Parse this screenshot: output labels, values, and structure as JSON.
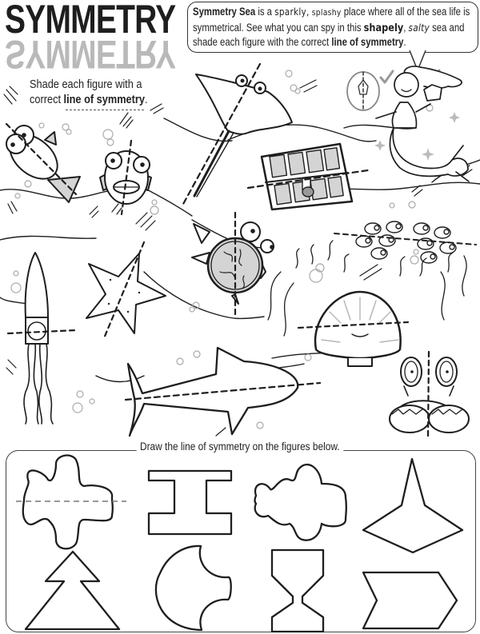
{
  "header": {
    "title": "SYMMETRY",
    "title_mirror": "SYMMETRY"
  },
  "instructions": {
    "line1": "Shade each figure with a",
    "line2_prefix": "correct ",
    "line2_bold": "line of symmetry",
    "line2_suffix": "."
  },
  "speech_bubble": {
    "bold_start": "Symmetry Sea",
    "text1": " is a ",
    "word_sparkly": "sparkly,",
    "word_splashy": "splashy",
    "text2": " place where all of the sea life is symmetrical. See what you can spy in this ",
    "word_shapely": "shapely",
    "text3": ", ",
    "word_salty": "salty",
    "text4": " sea and shade each figure with the correct ",
    "bold_end": "line of symmetry",
    "text5": "."
  },
  "example": {
    "correct_mark": "✓",
    "wrong_mark": "✕"
  },
  "scene_figures": [
    {
      "name": "fish",
      "line": "diagonal"
    },
    {
      "name": "puffer-fish",
      "line": "vertical"
    },
    {
      "name": "stingray",
      "line": "diagonal"
    },
    {
      "name": "treasure-chest",
      "line": "horizontal"
    },
    {
      "name": "mermaid",
      "line": "none"
    },
    {
      "name": "turtle",
      "line": "vertical"
    },
    {
      "name": "school-of-fish",
      "line": "horizontal"
    },
    {
      "name": "squid",
      "line": "horizontal"
    },
    {
      "name": "starfish",
      "line": "diagonal"
    },
    {
      "name": "scallop-shell",
      "line": "horizontal"
    },
    {
      "name": "shark",
      "line": "horizontal"
    },
    {
      "name": "crab",
      "line": "vertical"
    }
  ],
  "bottom_section": {
    "label": "Draw the line of symmetry on the figures below.",
    "shapes": [
      {
        "name": "blob",
        "example_line": "horizontal"
      },
      {
        "name": "i-beam"
      },
      {
        "name": "cloud"
      },
      {
        "name": "star-kite"
      },
      {
        "name": "tree-arrow"
      },
      {
        "name": "bitten-circle"
      },
      {
        "name": "hourglass"
      },
      {
        "name": "chevron-arrow"
      }
    ]
  },
  "colors": {
    "ink": "#1e1e1e",
    "shade_gray": "#d4d4d4",
    "mirror_gray": "#b9b9b9",
    "dash": "#2a2a2a"
  }
}
